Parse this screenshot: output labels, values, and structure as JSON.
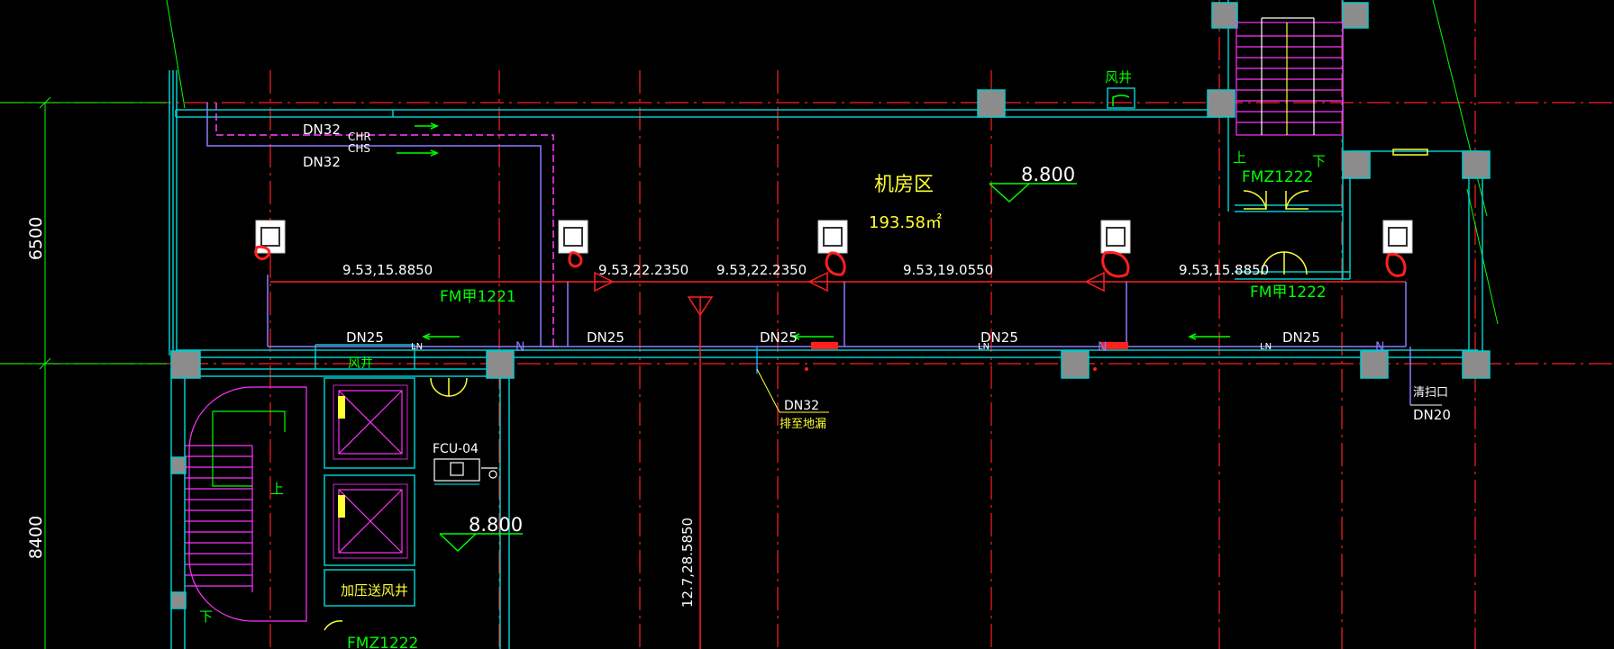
{
  "dims": {
    "d6500": "6500",
    "d8400": "8400"
  },
  "room": {
    "name": "机房区",
    "area": "193.58㎡"
  },
  "levels": {
    "main": "8.800",
    "lower": "8.800"
  },
  "pipes": {
    "chr": "CHR",
    "chs": "CHS",
    "dn32_top": "DN32",
    "dn32_mid": "DN32",
    "dn25": [
      "DN25",
      "DN25",
      "DN25",
      "DN25",
      "DN25"
    ],
    "dn32_drain": "DN32",
    "drain_note": "排至地漏",
    "cleanout": "清扫口",
    "dn20": "DN20"
  },
  "flow_labels": [
    "9.53,15.8850",
    "9.53,22.2350",
    "9.53,22.2350",
    "9.53,19.0550",
    "9.53,15.8850"
  ],
  "vertical_flow": "12.7,28.5850",
  "doors": {
    "fm_jia_1221": "FM甲1221",
    "fm_yi_1222_top": "FMZ1222",
    "fm_jia_1222": "FM甲1222",
    "fm_yi_1222_bottom": "FMZ1222"
  },
  "shafts": {
    "fengjing_top": "风井",
    "fengjing_bottom": "风井",
    "pressure_shaft": "加压送风井"
  },
  "stairs": {
    "up1": "上",
    "down1": "下",
    "up2": "上",
    "down2": "下"
  },
  "equipment": {
    "fcu": "FCU-04"
  },
  "valve_marks": {
    "n1": "N",
    "n2": "N",
    "n3": "N",
    "ln1": "LN",
    "ln2": "LN",
    "ln3": "LN"
  },
  "colors": {
    "background": "#000000",
    "axis": "#ff2020",
    "wall": "#00cccc",
    "pipe": "#8a7cff",
    "dim": "#00ff00",
    "text": "#ffffff",
    "label_yellow": "#ffff33",
    "stair": "#ff33ff"
  }
}
